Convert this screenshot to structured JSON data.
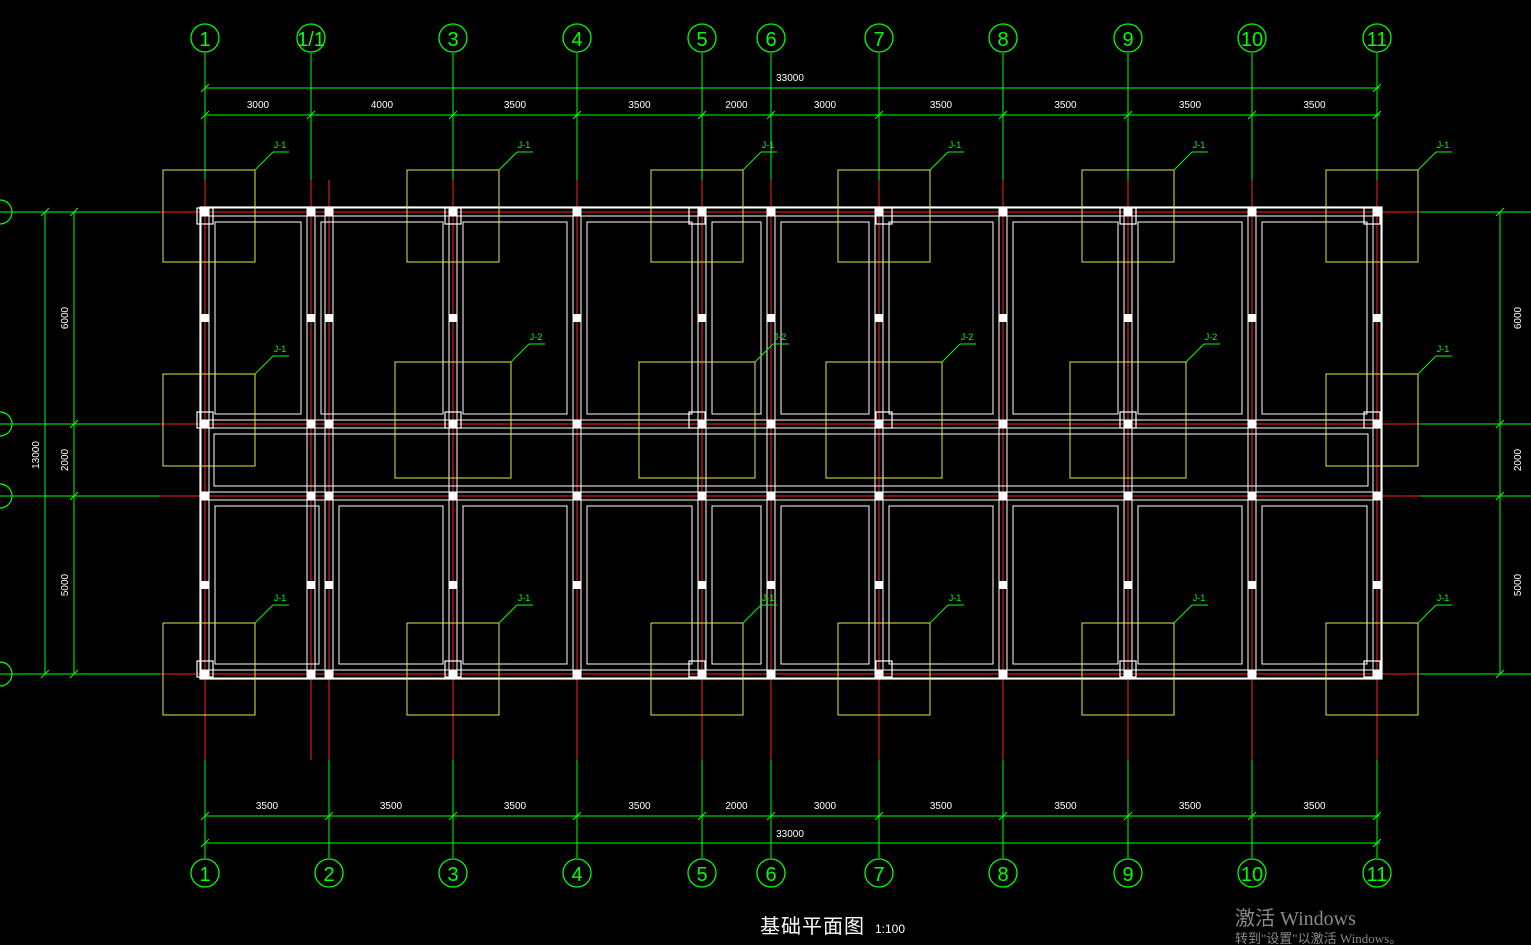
{
  "drawing": {
    "title": "基础平面图",
    "scale": "1:100",
    "top_axis_labels": [
      "1",
      "1/1",
      "3",
      "4",
      "5",
      "6",
      "7",
      "8",
      "9",
      "10",
      "11"
    ],
    "bottom_axis_labels": [
      "1",
      "2",
      "3",
      "4",
      "5",
      "6",
      "7",
      "8",
      "9",
      "10",
      "11"
    ],
    "top_total_dim": "33000",
    "top_dims": [
      "3000",
      "4000",
      "3500",
      "3500",
      "2000",
      "3000",
      "3500",
      "3500",
      "3500",
      "3500"
    ],
    "bottom_total_dim": "33000",
    "bottom_dims": [
      "3500",
      "3500",
      "3500",
      "3500",
      "2000",
      "3000",
      "3500",
      "3500",
      "3500",
      "3500"
    ],
    "left_dims": [
      "6000",
      "2000",
      "5000"
    ],
    "left_total_dim": "13000",
    "right_dims": [
      "6000",
      "2000",
      "5000"
    ],
    "footing_tags": {
      "j1": "J-1",
      "j2": "J-2"
    }
  },
  "colors": {
    "background": "#000000",
    "axis": "#00ff00",
    "wall": "#ffffff",
    "centerline": "#ff2020",
    "footing": "#e6e64a",
    "tag": "#00ff00"
  },
  "watermark": {
    "line1": "激活 Windows",
    "line2": "转到\"设置\"以激活 Windows。"
  }
}
